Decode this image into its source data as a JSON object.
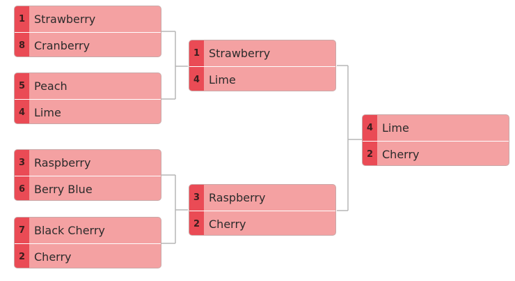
{
  "colors": {
    "seed_bg": "#ea4b55",
    "team_bg": "#f4a1a2",
    "connector": "#b5b5b5"
  },
  "rounds": [
    {
      "matches": [
        {
          "teams": [
            {
              "seed": "1",
              "name": "Strawberry"
            },
            {
              "seed": "8",
              "name": "Cranberry"
            }
          ]
        },
        {
          "teams": [
            {
              "seed": "5",
              "name": "Peach"
            },
            {
              "seed": "4",
              "name": "Lime"
            }
          ]
        },
        {
          "teams": [
            {
              "seed": "3",
              "name": "Raspberry"
            },
            {
              "seed": "6",
              "name": "Berry Blue"
            }
          ]
        },
        {
          "teams": [
            {
              "seed": "7",
              "name": "Black Cherry"
            },
            {
              "seed": "2",
              "name": "Cherry"
            }
          ]
        }
      ]
    },
    {
      "matches": [
        {
          "teams": [
            {
              "seed": "1",
              "name": "Strawberry"
            },
            {
              "seed": "4",
              "name": "Lime"
            }
          ]
        },
        {
          "teams": [
            {
              "seed": "3",
              "name": "Raspberry"
            },
            {
              "seed": "2",
              "name": "Cherry"
            }
          ]
        }
      ]
    },
    {
      "matches": [
        {
          "teams": [
            {
              "seed": "4",
              "name": "Lime"
            },
            {
              "seed": "2",
              "name": "Cherry"
            }
          ]
        }
      ]
    }
  ]
}
